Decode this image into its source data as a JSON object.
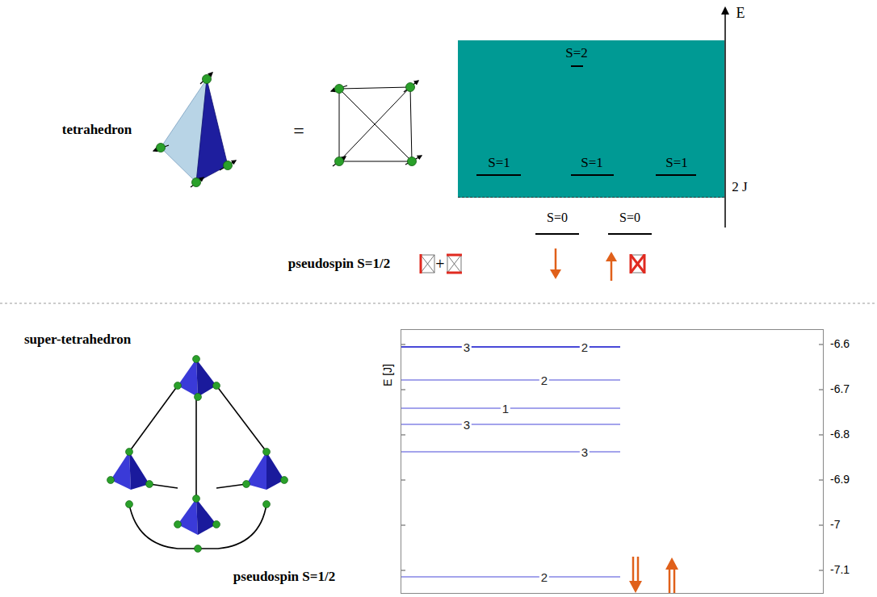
{
  "diagram": {
    "nodes": [
      {
        "text": [
          "S=2",
          "S=1",
          "S=1",
          "S=1"
        ]
      },
      {
        "text": [
          "3",
          "2",
          "2",
          "1",
          "3",
          "3",
          "2"
        ]
      }
    ],
    "labels": [
      "tetrahedron",
      "=",
      "E",
      "2 J",
      "S=0",
      "S=0",
      "pseudospin S=1/2",
      "+",
      "super-tetrahedron",
      "E [J]",
      "-6.6",
      "-6.7",
      "-6.8",
      "-6.9",
      "-7",
      "-7.1",
      "pseudospin S=1/2"
    ]
  }
}
